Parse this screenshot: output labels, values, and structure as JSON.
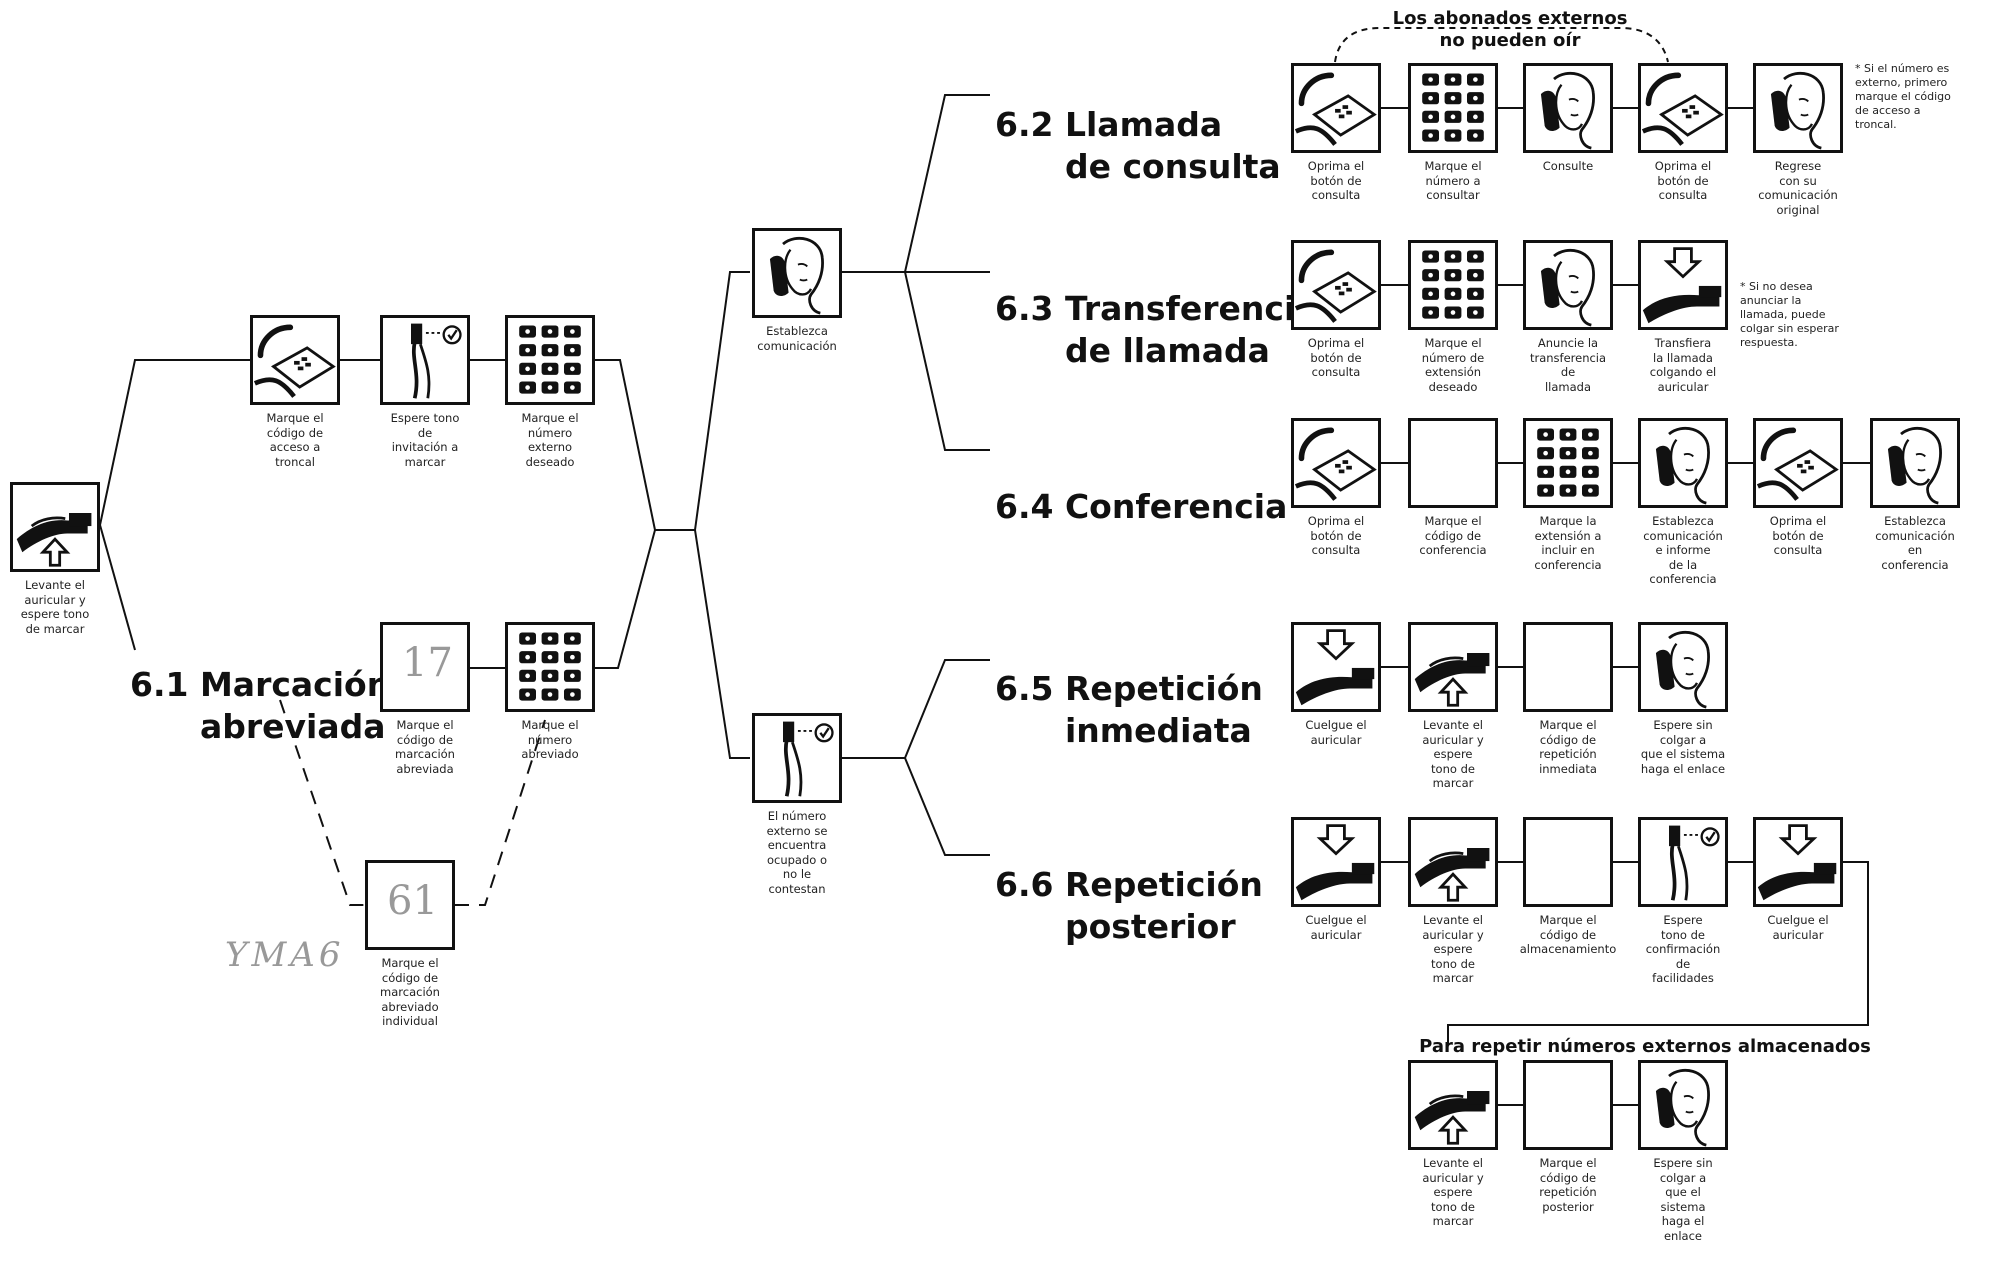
{
  "colors": {
    "ink": "#111111",
    "paper": "#ffffff",
    "pencil": "#9a9a9a"
  },
  "sections": {
    "s61": {
      "num": "6.1",
      "title": "Marcación\nabreviada"
    },
    "s62": {
      "num": "6.2",
      "title": "Llamada\nde consulta"
    },
    "s63": {
      "num": "6.3",
      "title": "Transferencia\nde llamada"
    },
    "s64": {
      "num": "6.4",
      "title": "Conferencia"
    },
    "s65": {
      "num": "6.5",
      "title": "Repetición\ninmediata"
    },
    "s66": {
      "num": "6.6",
      "title": "Repetición\nposterior"
    }
  },
  "banners": {
    "externos": "Los abonados externos\nno pueden oír",
    "almacenados": "Para repetir números externos almacenados"
  },
  "notes": {
    "n62": "* Si el número es externo, primero marque el código de acceso a troncal.",
    "n63": "* Si no desea anunciar la llamada, puede colgar sin esperar respuesta."
  },
  "handwriting": {
    "h1": "17",
    "h2": "61",
    "h3": "YMA6"
  },
  "steps": {
    "start": {
      "icon": "handset-lift-icon",
      "caption": "Levante el\nauricular y\nespere tono\nde marcar"
    },
    "a1": {
      "icon": "telephone-button-icon",
      "caption": "Marque el\ncódigo de\nacceso a\ntroncal"
    },
    "a2": {
      "icon": "dial-tone-listen-icon",
      "caption": "Espere tono\nde\ninvitación a\nmarcar"
    },
    "a3": {
      "icon": "keypad-icon",
      "caption": "Marque el\nnúmero\nexterno\ndeseado"
    },
    "b1": {
      "icon": "blank-code-icon",
      "caption": "Marque el\ncódigo de\nmarcación\nabreviada"
    },
    "b2": {
      "icon": "keypad-icon",
      "caption": "Marque el\nnúmero\nabreviado"
    },
    "c1": {
      "icon": "blank-code-icon",
      "caption": "Marque el\ncódigo de\nmarcación\nabreviado\nindividual"
    },
    "m1": {
      "icon": "person-talking-icon",
      "caption": "Establezca\ncomunicación"
    },
    "m2": {
      "icon": "dial-tone-listen-icon",
      "caption": "El número\nexterno se\nencuentra\nocupado o\nno le\ncontestan"
    },
    "r62_1": {
      "icon": "telephone-button-icon",
      "caption": "Oprima el\nbotón de\nconsulta"
    },
    "r62_2": {
      "icon": "keypad-icon",
      "caption": "Marque el\nnúmero a\nconsultar"
    },
    "r62_3": {
      "icon": "person-talking-icon",
      "caption": "Consulte"
    },
    "r62_4": {
      "icon": "telephone-button-icon",
      "caption": "Oprima el\nbotón de\nconsulta"
    },
    "r62_5": {
      "icon": "person-talking-icon",
      "caption": "Regrese\ncon su\ncomunicación\noriginal"
    },
    "r63_1": {
      "icon": "telephone-button-icon",
      "caption": "Oprima el\nbotón de\nconsulta"
    },
    "r63_2": {
      "icon": "keypad-icon",
      "caption": "Marque el\nnúmero de\nextensión\ndeseado"
    },
    "r63_3": {
      "icon": "person-talking-icon",
      "caption": "Anuncie la\ntransferencia\nde\nllamada"
    },
    "r63_4": {
      "icon": "handset-hangup-icon",
      "caption": "Transfiera\nla llamada\ncolgando el\nauricular"
    },
    "r64_1": {
      "icon": "telephone-button-icon",
      "caption": "Oprima el\nbotón de\nconsulta"
    },
    "r64_2": {
      "icon": "blank-code-icon",
      "caption": "Marque el\ncódigo de\nconferencia"
    },
    "r64_3": {
      "icon": "keypad-icon",
      "caption": "Marque la\nextensión a\nincluir en\nconferencia"
    },
    "r64_4": {
      "icon": "person-talking-icon",
      "caption": "Establezca\ncomunicación\ne informe\nde la\nconferencia"
    },
    "r64_5": {
      "icon": "telephone-button-icon",
      "caption": "Oprima el\nbotón de\nconsulta"
    },
    "r64_6": {
      "icon": "person-talking-icon",
      "caption": "Establezca\ncomunicación\nen\nconferencia"
    },
    "r65_1": {
      "icon": "handset-hangup-icon",
      "caption": "Cuelgue el\nauricular"
    },
    "r65_2": {
      "icon": "handset-lift-icon",
      "caption": "Levante el\nauricular y\nespere\ntono de\nmarcar"
    },
    "r65_3": {
      "icon": "blank-code-icon",
      "caption": "Marque el\ncódigo de\nrepetición\ninmediata"
    },
    "r65_4": {
      "icon": "person-talking-icon",
      "caption": "Espere sin\ncolgar a\nque el sistema\nhaga el enlace"
    },
    "r66_1": {
      "icon": "handset-hangup-icon",
      "caption": "Cuelgue el\nauricular"
    },
    "r66_2": {
      "icon": "handset-lift-icon",
      "caption": "Levante el\nauricular y\nespere\ntono de\nmarcar"
    },
    "r66_3": {
      "icon": "blank-code-icon",
      "caption": "Marque el\ncódigo de\nalmacenamiento"
    },
    "r66_4": {
      "icon": "dial-tone-listen-icon",
      "caption": "Espere\ntono de\nconfirmación\nde\nfacilidades"
    },
    "r66_5": {
      "icon": "handset-hangup-icon",
      "caption": "Cuelgue el\nauricular"
    },
    "r67_1": {
      "icon": "handset-lift-icon",
      "caption": "Levante el\nauricular y\nespere\ntono de\nmarcar"
    },
    "r67_2": {
      "icon": "blank-code-icon",
      "caption": "Marque el\ncódigo de\nrepetición\nposterior"
    },
    "r67_3": {
      "icon": "person-talking-icon",
      "caption": "Espere sin\ncolgar a\nque el\nsistema\nhaga el\nenlace"
    }
  }
}
